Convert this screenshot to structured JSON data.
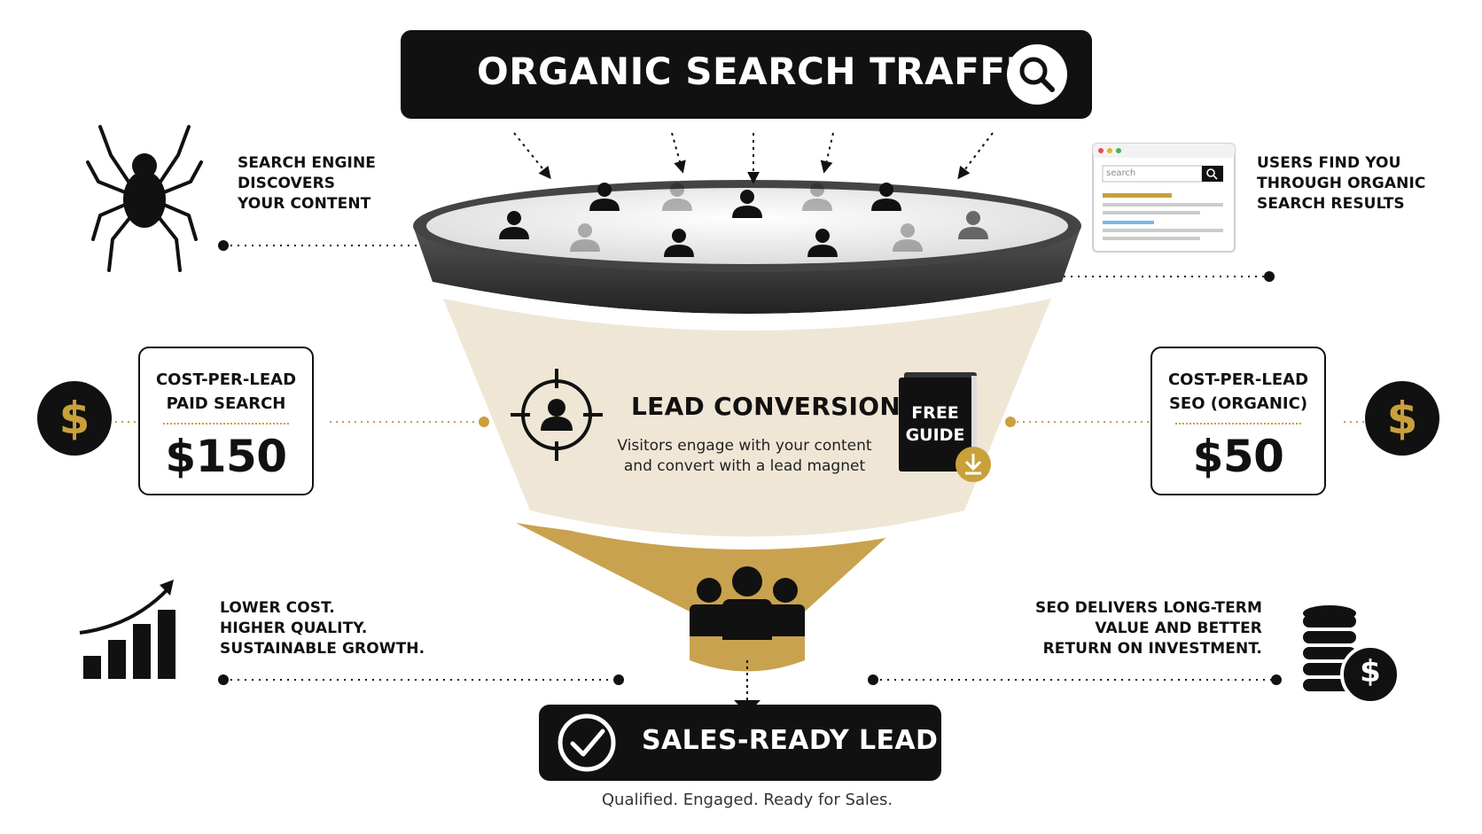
{
  "header": {
    "title": "ORGANIC SEARCH TRAFFIC",
    "icon": "search-icon"
  },
  "top_left": {
    "lines": [
      "SEARCH ENGINE",
      "DISCOVERS",
      "YOUR CONTENT"
    ],
    "icon": "spider-icon"
  },
  "top_right": {
    "lines": [
      "USERS FIND YOU",
      "THROUGH ORGANIC",
      "SEARCH RESULTS"
    ],
    "icon": "browser-window-icon",
    "search_placeholder": "search"
  },
  "funnel": {
    "middle": {
      "title": "LEAD CONVERSION",
      "description": [
        "Visitors engage with your content",
        "and convert with a lead magnet"
      ],
      "icon": "target-user-icon"
    },
    "lead_magnet": {
      "lines": [
        "FREE",
        "GUIDE"
      ],
      "icon": "download-icon"
    },
    "bottom_icon": "team-group-icon",
    "colors": {
      "rim": "#3a3a3a",
      "middle": "#efe6d6",
      "bottom": "#c9a24f"
    }
  },
  "paid": {
    "lines": [
      "COST-PER-LEAD",
      "PAID SEARCH"
    ],
    "value": "$150",
    "badge": "$"
  },
  "seo": {
    "lines": [
      "COST-PER-LEAD",
      "SEO (ORGANIC)"
    ],
    "value": "$50",
    "badge": "$"
  },
  "bottom_left": {
    "lines": [
      "LOWER COST.",
      "HIGHER QUALITY.",
      "SUSTAINABLE GROWTH."
    ],
    "icon": "growth-chart-icon"
  },
  "bottom_right": {
    "lines": [
      "SEO DELIVERS LONG-TERM",
      "VALUE AND BETTER",
      "RETURN ON INVESTMENT."
    ],
    "icon": "coin-stack-icon"
  },
  "result": {
    "title": "SALES-READY LEAD",
    "tagline": "Qualified. Engaged. Ready for Sales.",
    "icon": "checkmark-icon"
  },
  "colors": {
    "gold": "#c9a03a",
    "dark": "#111111"
  }
}
